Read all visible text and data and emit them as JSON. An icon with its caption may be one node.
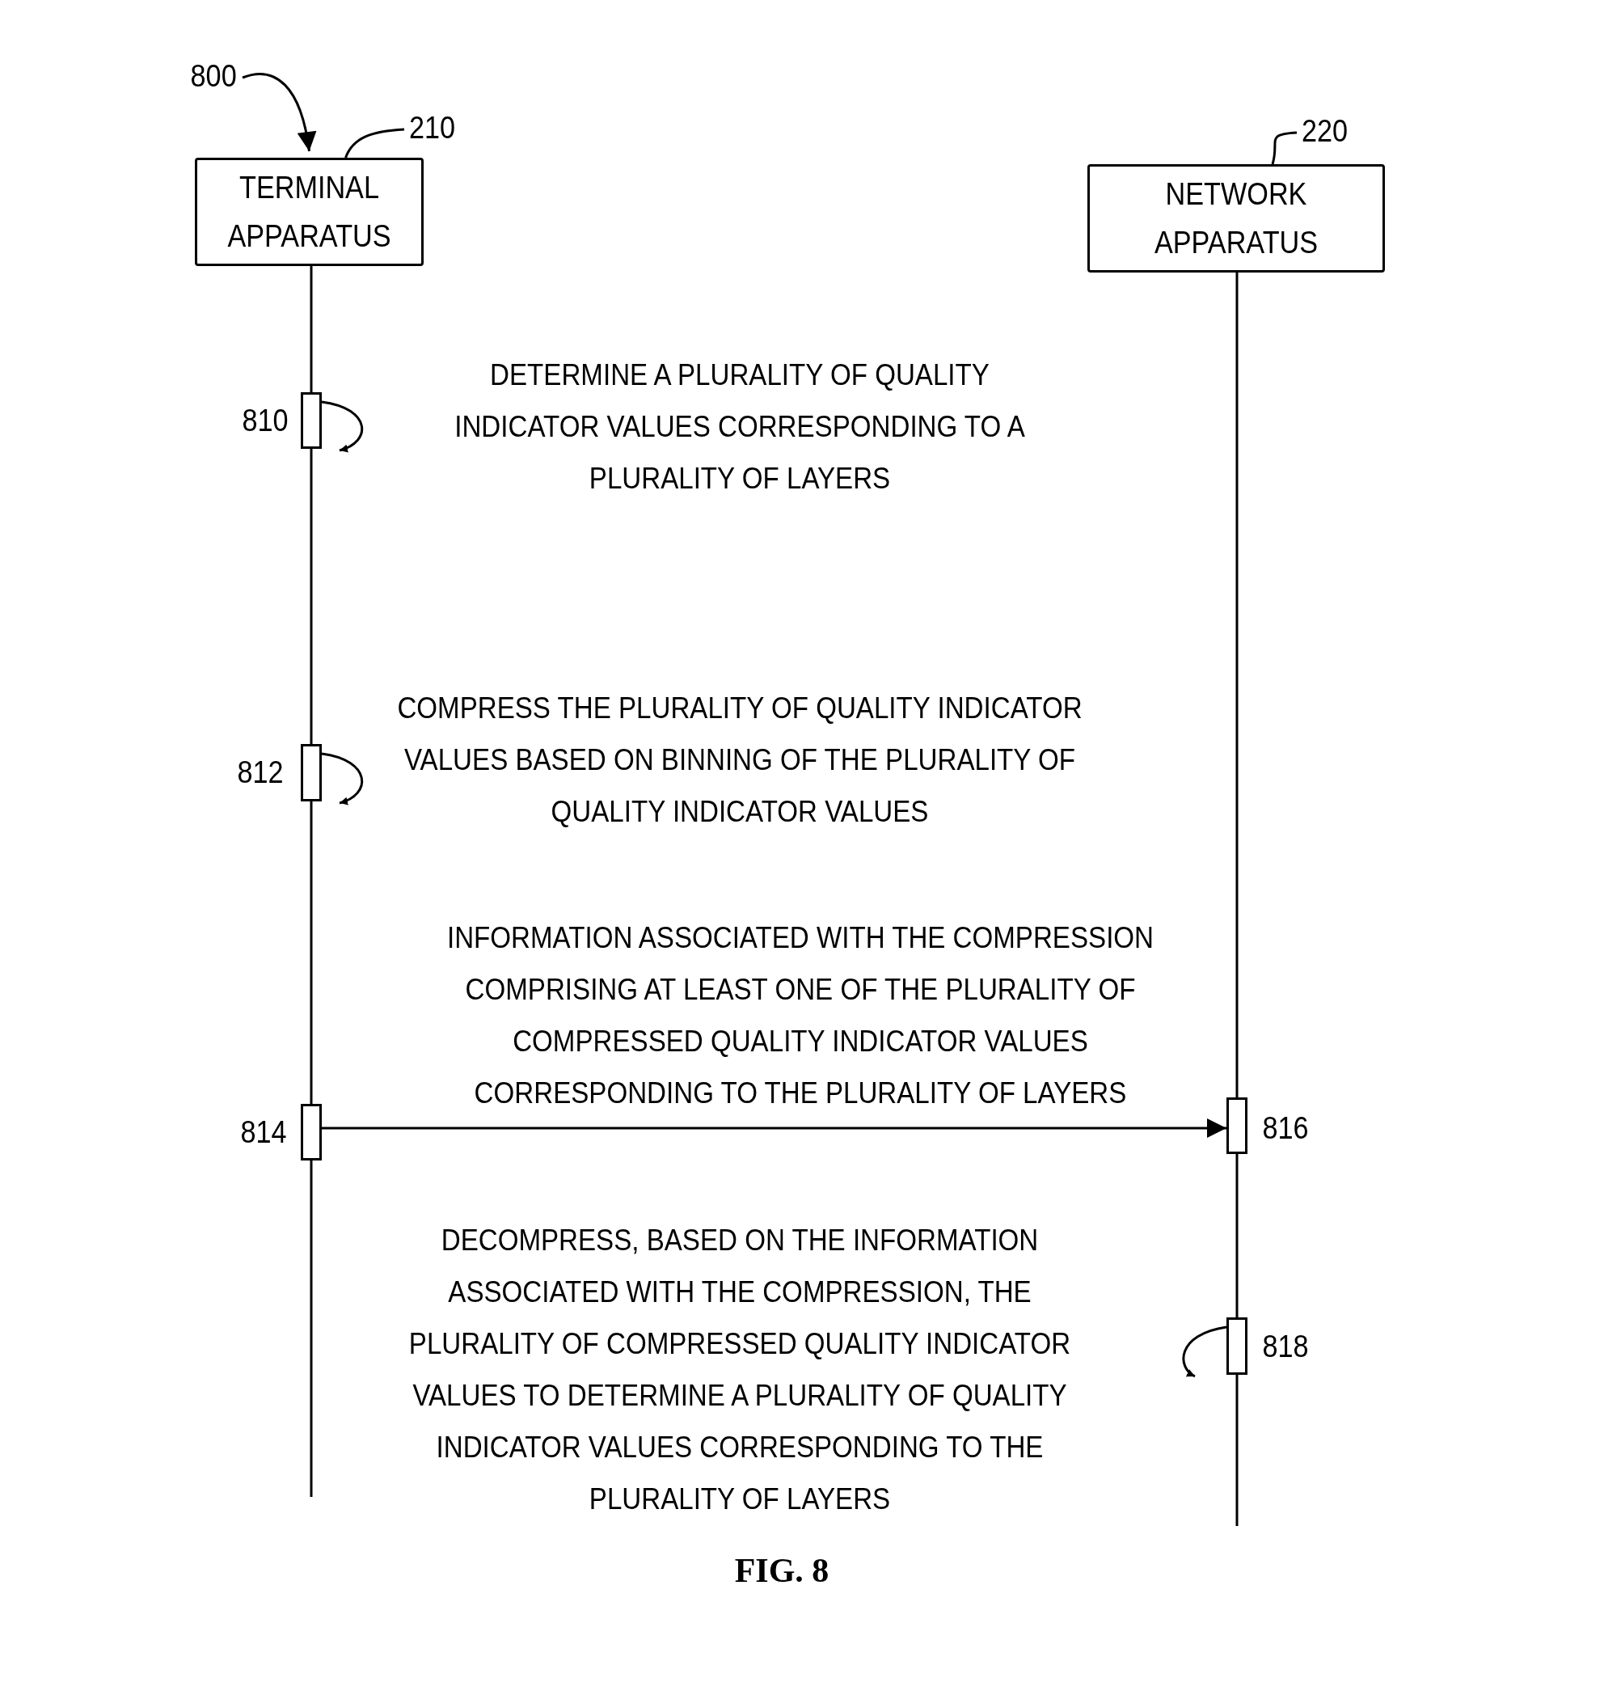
{
  "diagram": {
    "caption": "FIG. 8",
    "nodes": [
      {
        "text": [
          "800"
        ]
      },
      {
        "text": [
          "TERMINAL APPARATUS"
        ]
      },
      {
        "text": [
          "210"
        ]
      },
      {
        "text": [
          "NETWORK APPARATUS"
        ]
      },
      {
        "text": [
          "220"
        ]
      },
      {
        "text": [],
        "shape": "bar",
        "beside": [
          "810"
        ]
      },
      {
        "text": [],
        "shape": "bar",
        "beside": [
          "812"
        ]
      },
      {
        "text": [],
        "shape": "bar",
        "beside": [
          "814"
        ]
      },
      {
        "text": [],
        "shape": "bar",
        "beside": [
          "816"
        ]
      },
      {
        "text": [],
        "shape": "bar",
        "beside": [
          "818"
        ]
      }
    ],
    "edges": [
      {
        "from": 0,
        "to": 1,
        "arrow": "to"
      },
      {
        "from": 2,
        "to": 1,
        "arrow": "none"
      },
      {
        "from": 4,
        "to": 3,
        "arrow": "none"
      },
      {
        "from": 1,
        "to": 5,
        "arrow": "none"
      },
      {
        "from": 5,
        "to": 5,
        "arrow": "to"
      },
      {
        "from": 5,
        "to": 6,
        "arrow": "none"
      },
      {
        "from": 6,
        "to": 6,
        "arrow": "to"
      },
      {
        "from": 6,
        "to": 7,
        "arrow": "none"
      },
      {
        "from": 7,
        "to": null,
        "arrow": "none"
      },
      {
        "from": 7,
        "to": 8,
        "arrow": "to",
        "label": "INFORMATION ASSOCIATED WITH THE COMPRESSION COMPRISING AT LEAST ONE OF THE PLURALITY OF COMPRESSED QUALITY INDICATOR VALUES CORRESPONDING TO THE PLURALITY OF LAYERS"
      },
      {
        "from": 3,
        "to": 8,
        "arrow": "none"
      },
      {
        "from": 8,
        "to": 9,
        "arrow": "none"
      },
      {
        "from": 9,
        "to": 9,
        "arrow": "to"
      },
      {
        "from": 9,
        "to": null,
        "arrow": "none"
      }
    ],
    "labels": [
      "DETERMINE A PLURALITY OF QUALITY INDICATOR VALUES CORRESPONDING TO A PLURALITY OF LAYERS",
      "COMPRESS THE PLURALITY OF QUALITY INDICATOR VALUES BASED ON BINNING OF THE PLURALITY OF QUALITY INDICATOR VALUES",
      "DECOMPRESS, BASED ON THE INFORMATION ASSOCIATED WITH THE COMPRESSION, THE PLURALITY OF COMPRESSED QUALITY INDICATOR VALUES TO DETERMINE A PLURALITY OF QUALITY INDICATOR VALUES CORRESPONDING TO THE PLURALITY OF LAYERS"
    ]
  }
}
